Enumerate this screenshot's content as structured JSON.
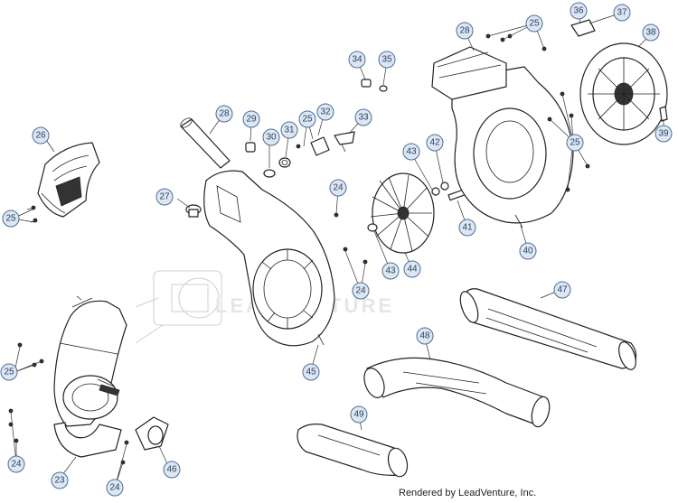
{
  "watermark": "LEADVENTURE",
  "credit": "Rendered by LeadVenture, Inc.",
  "callout_labels": [
    "23",
    "24",
    "25",
    "26",
    "27",
    "28",
    "29",
    "30",
    "31",
    "32",
    "33",
    "34",
    "35",
    "36",
    "37",
    "38",
    "39",
    "40",
    "41",
    "42",
    "43",
    "44",
    "45",
    "46",
    "47",
    "48",
    "49"
  ]
}
